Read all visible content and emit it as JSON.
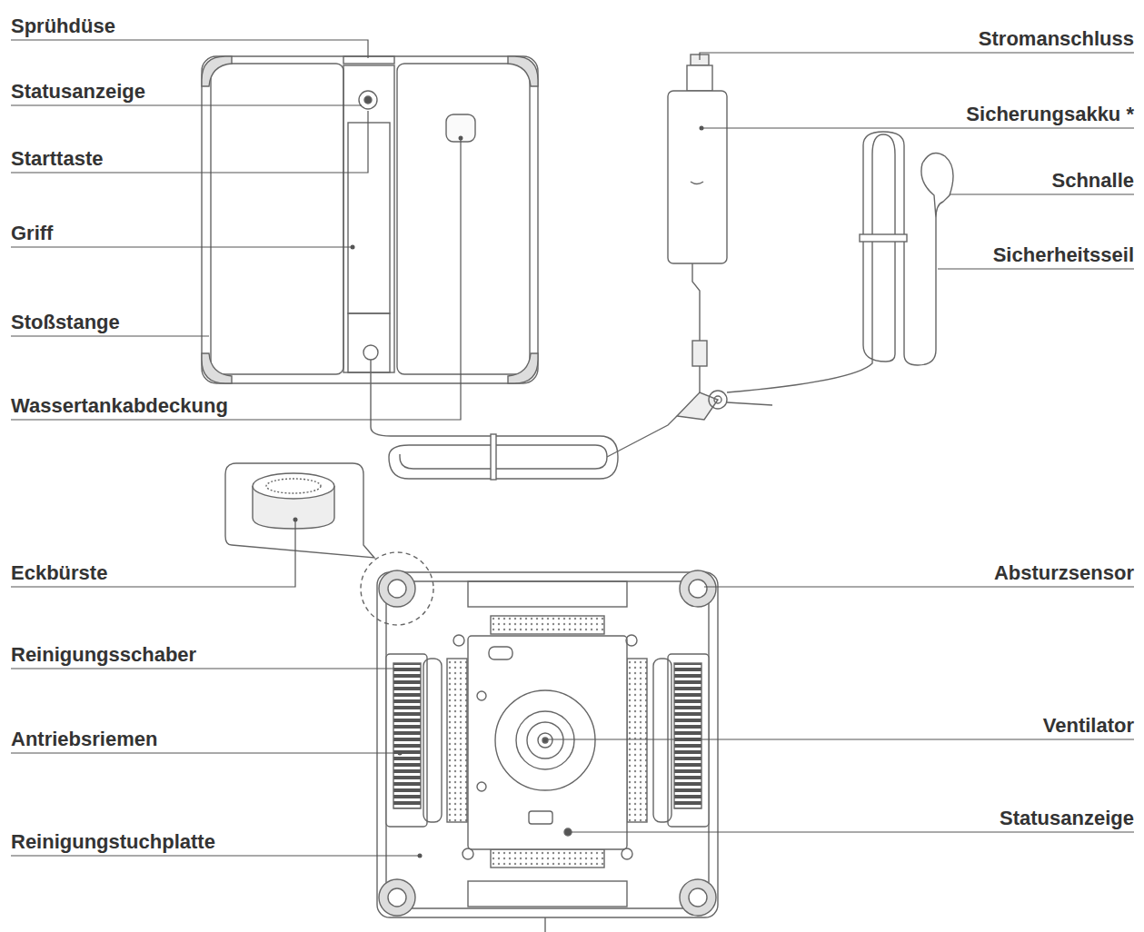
{
  "diagram": {
    "labels": [
      "Sprühdüse",
      "Statusanzeige",
      "Starttaste",
      "Griff",
      "Stoßstange",
      "Wassertankabdeckung",
      "Stromanschluss",
      "Sicherungsakku *",
      "Schnalle",
      "Sicherheitsseil",
      "Eckbürste",
      "Absturzsensor",
      "Reinigungsschaber",
      "Antriebsriemen",
      "Reinigungstuchplatte",
      "Ventilator",
      "Statusanzeige"
    ]
  }
}
